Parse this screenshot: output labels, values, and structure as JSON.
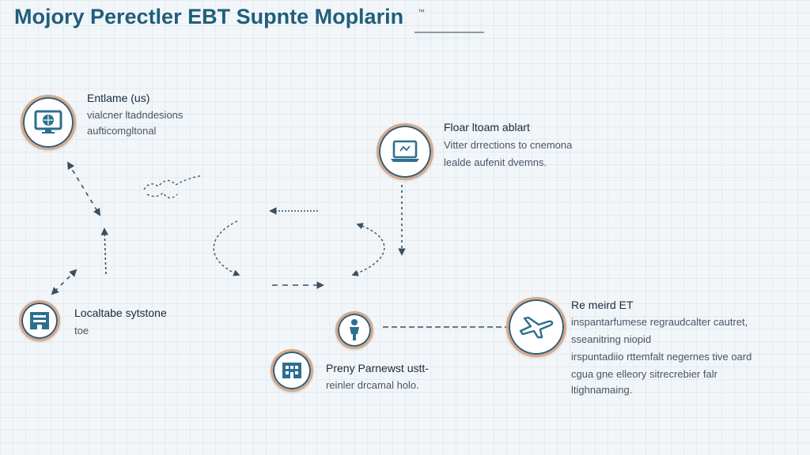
{
  "title": "Mojory Perectler EBT Supnte Moplarin",
  "title_mark": "™",
  "colors": {
    "title": "#1f5f7a",
    "ring_outer": "#d9a888",
    "ring_inner": "#2d5d78",
    "icon": "#2d6f8e",
    "connector": "#3d4f5f"
  },
  "nodes": {
    "top_left": {
      "icon": "monitor-globe-icon",
      "title": "Entlame (us)",
      "lines": [
        "vialcner ltadndesions",
        "aufticomgltonal"
      ]
    },
    "top_right": {
      "icon": "laptop-icon",
      "title": "Floar ltoam ablart",
      "lines": [
        "Vitter drrections to cnemona",
        "lealde aufenit dvemns."
      ]
    },
    "bottom_left": {
      "icon": "server-rack-icon",
      "title": "Localtabe sytstone",
      "lines": [
        "toe"
      ]
    },
    "bottom_mid_small": {
      "icon": "person-icon"
    },
    "bottom_mid": {
      "icon": "building-icon",
      "title": "Preny Parnewst ustt-",
      "lines": [
        "reinler drcamal holo."
      ]
    },
    "bottom_right": {
      "icon": "airplane-icon",
      "title": "Re meird ET",
      "lines": [
        "inspantarfumese regraudcalter cautret,",
        "sseanitring niopid",
        "irspuntadiio rttemfalt negernes tive oard",
        "cgua gne elleory sitrecrebier falr",
        "ltighnamaing."
      ]
    }
  }
}
